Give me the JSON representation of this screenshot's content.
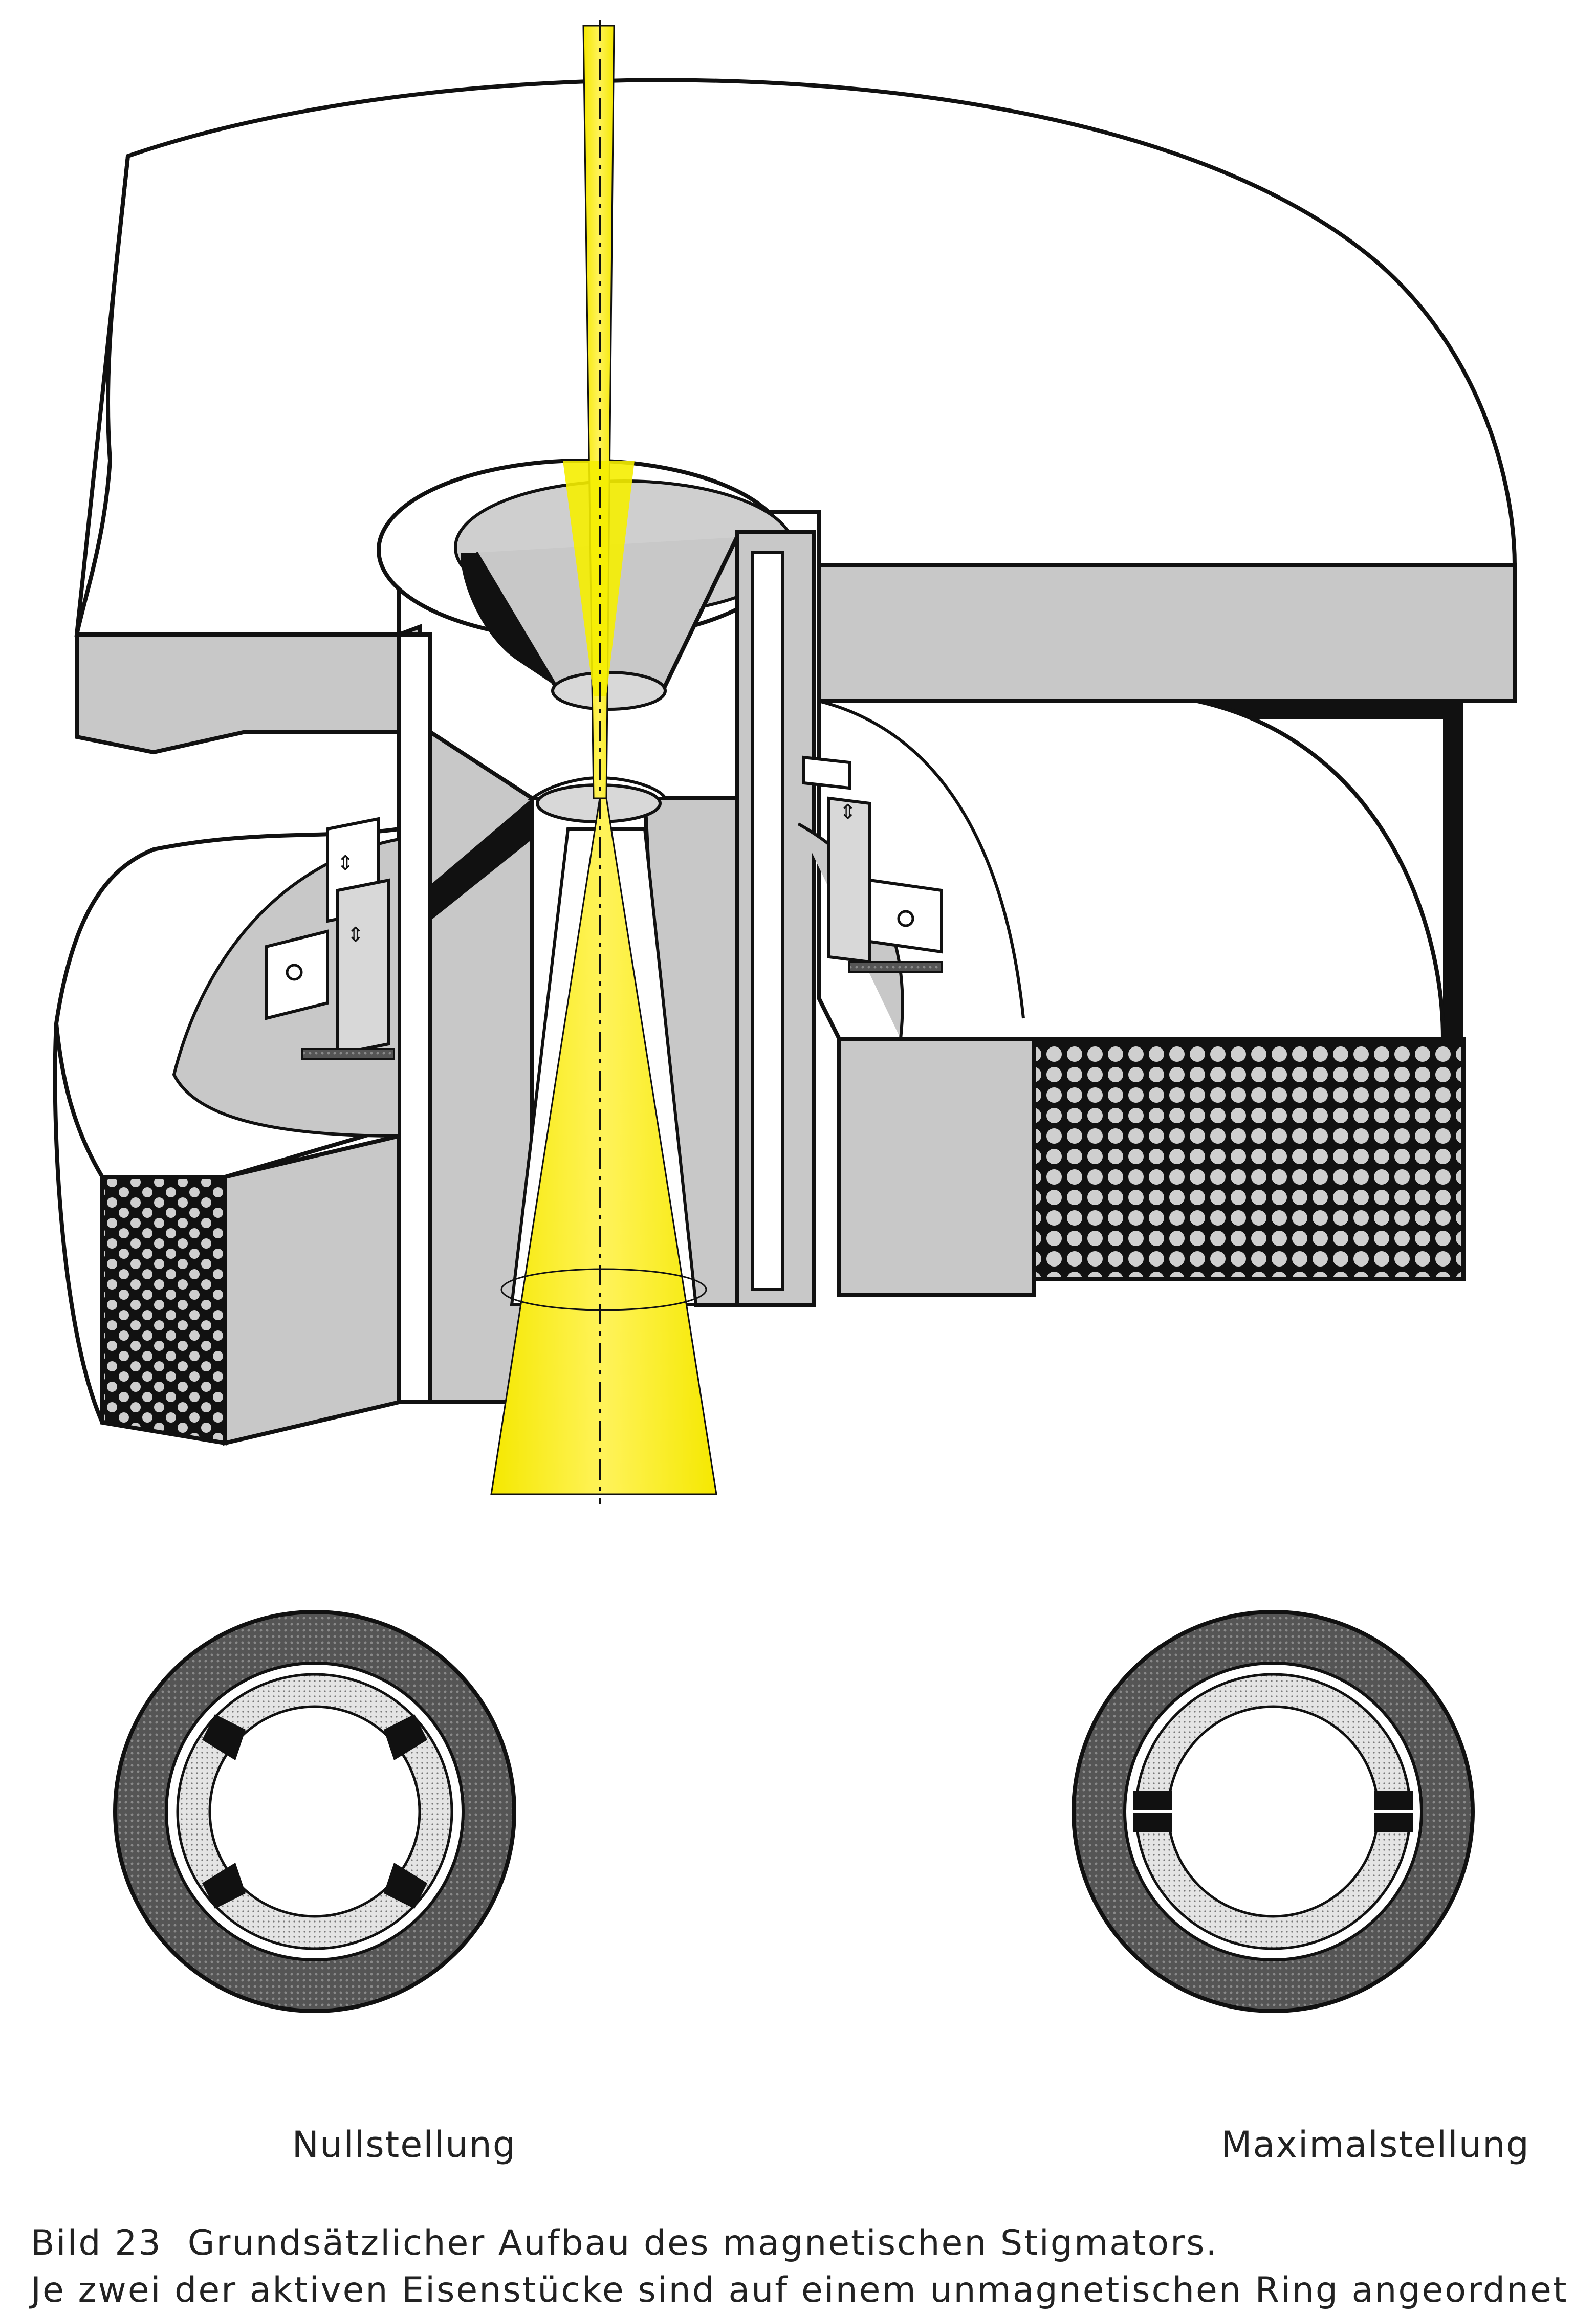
{
  "figure": {
    "labels": {
      "zero_position": "Nullstellung",
      "max_position": "Maximalstellung"
    },
    "caption": {
      "number": "Bild 23",
      "line1": "Grundsätzlicher Aufbau des magnetischen Stigmators.",
      "line2": "Je zwei der aktiven Eisenstücke sind auf einem unmagnetischen Ring angeordnet"
    },
    "colors": {
      "beam": "#f5ee00",
      "iron_gray": "#c8c8c8",
      "dark": "#111111",
      "ring_pattern": "#555555",
      "dotted_fill": "#d9d9d9"
    }
  }
}
